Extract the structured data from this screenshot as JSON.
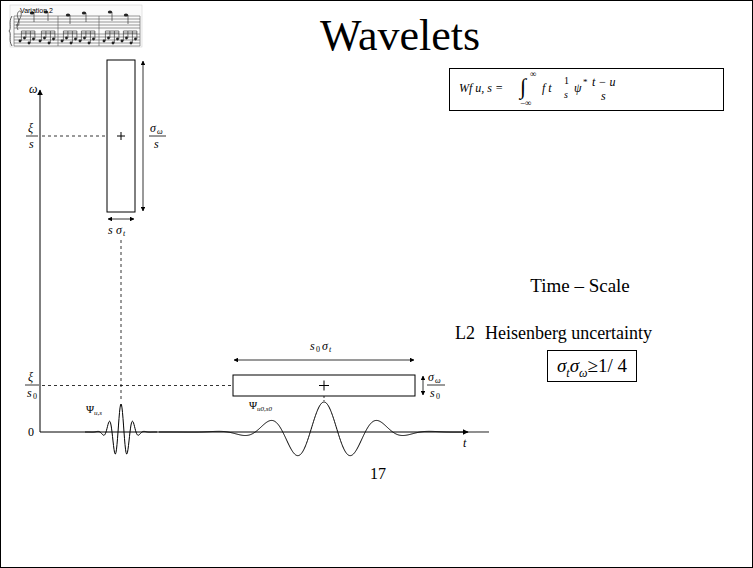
{
  "diagram": {
    "title": "Wavelets",
    "nodes": [
      {
        "text": [
          "Wf u, s =",
          "∞",
          "∫",
          "−∞",
          "f t",
          "1",
          "s",
          "ψ",
          "*",
          "t − u",
          "s"
        ]
      },
      {
        "text": [
          "σ",
          "t",
          "σ",
          "ω",
          "≥1/ 4"
        ]
      }
    ],
    "labels": [
      "Variation 2",
      "ω",
      "ξ",
      "s",
      "σ",
      "ω",
      "s",
      "s",
      "σ",
      "t",
      "ξ",
      "s",
      "0",
      "s",
      "0",
      "σ",
      "t",
      "σ",
      "ω",
      "s",
      "0",
      "0",
      "Ψ",
      "u,s",
      "Ψ",
      "u0,s0",
      "t",
      "Time – Scale",
      "L2",
      "Heisenberg uncertainty",
      "17"
    ]
  }
}
